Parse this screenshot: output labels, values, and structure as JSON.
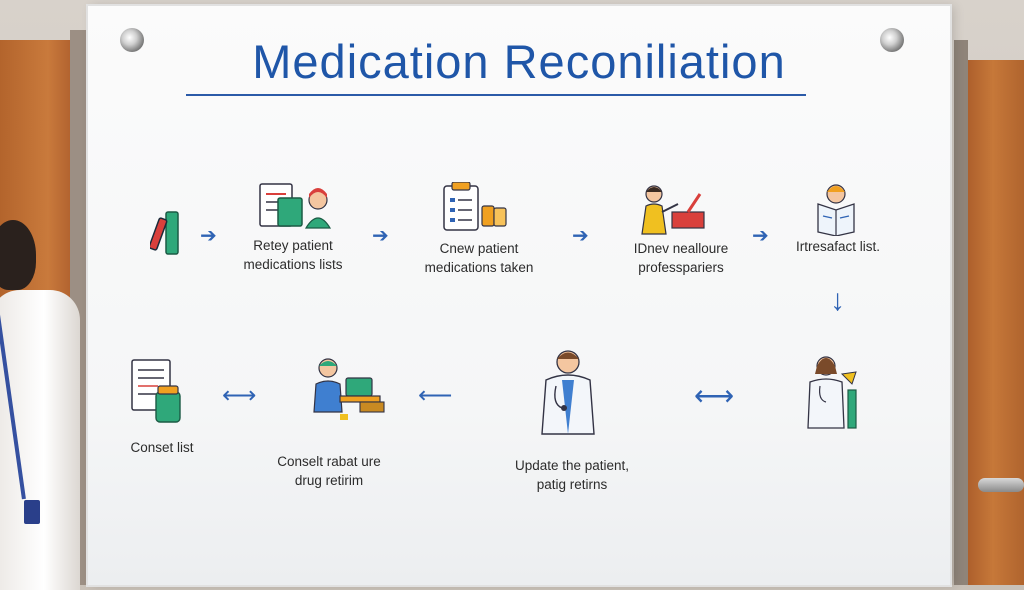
{
  "title": "Medication Reconiliation",
  "steps_row1": [
    {
      "line1": "Retey patient",
      "line2": "medications lists"
    },
    {
      "line1": "Cnew patient",
      "line2": "medications taken"
    },
    {
      "line1": "IDnev nealloure",
      "line2": "professpariers"
    },
    {
      "line1": "Irtresafact list.",
      "line2": ""
    }
  ],
  "steps_row2": [
    {
      "line1": "Conset list",
      "line2": ""
    },
    {
      "line1": "Conselt rabat ure",
      "line2": "drug retirim"
    },
    {
      "line1": "Update the patient,",
      "line2": "patig retirns"
    }
  ],
  "arrows": {
    "right": "➔",
    "left": "⟵",
    "down": "↓",
    "both": "⟷"
  },
  "colors": {
    "accent": "#1f56a8",
    "green": "#2fa87a",
    "orange": "#f0a020",
    "red": "#d9403c"
  }
}
